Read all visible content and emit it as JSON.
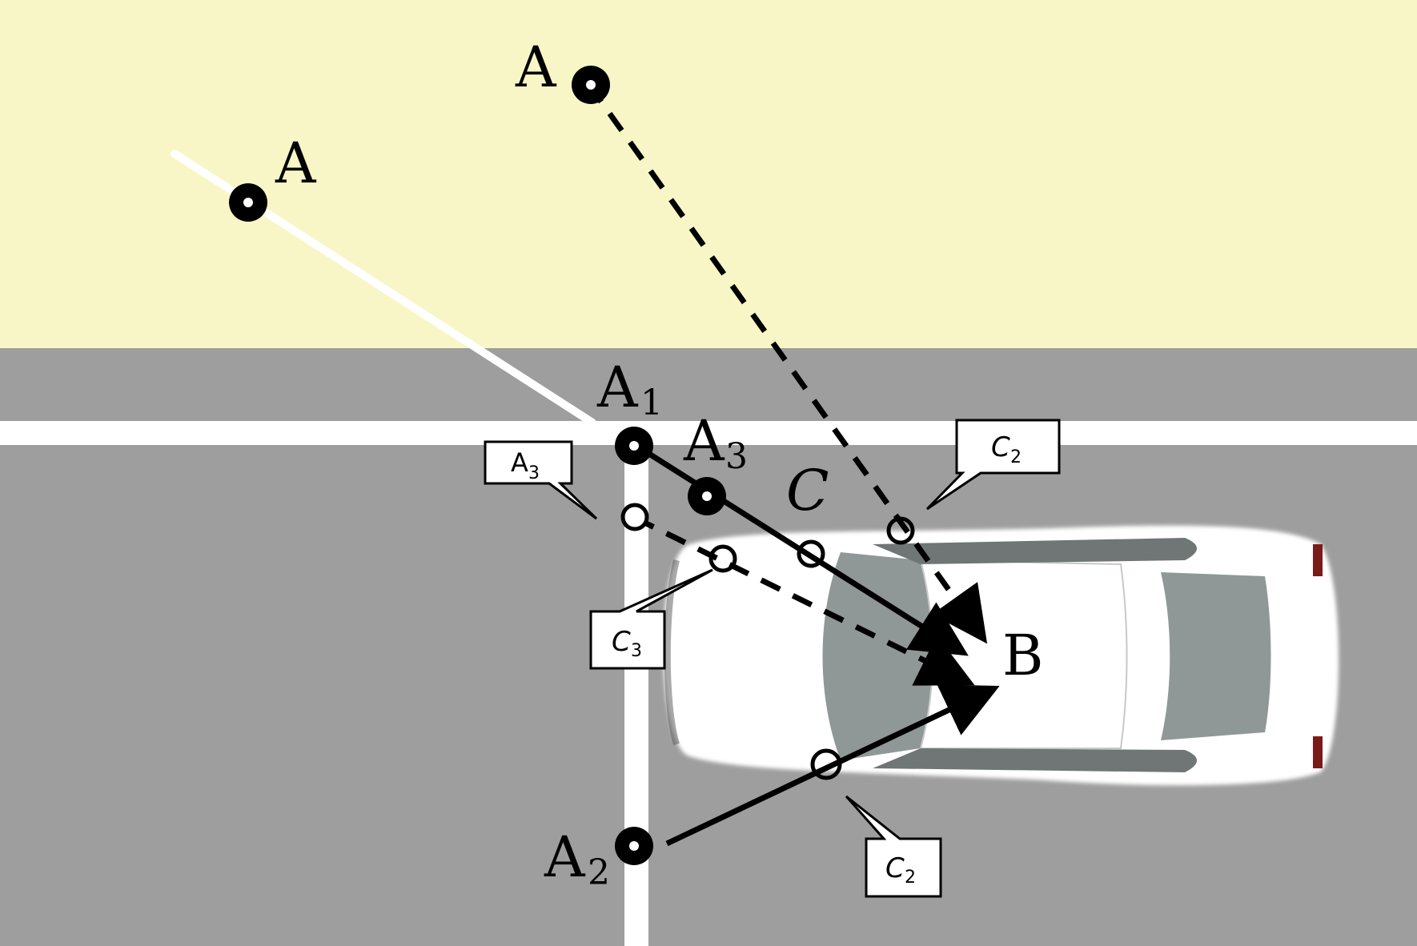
{
  "colors": {
    "sidewalk": "#f8f6c6",
    "road": "#9e9e9e",
    "road_marking": "#ffffff",
    "ink": "#000000",
    "car_body": "#ffffff",
    "car_glass": "#8f9896"
  },
  "labels": {
    "A_top": "A",
    "A_left": "A",
    "A1_main": "A",
    "A1_sub": "1",
    "A2_main": "A",
    "A2_sub": "2",
    "A3_main": "A",
    "A3_sub": "3",
    "B": "B",
    "C": "C"
  },
  "callouts": {
    "A3_box": {
      "main": "A",
      "sub": "3"
    },
    "C2_top_box": {
      "main": "C",
      "sub": "2"
    },
    "C3_box": {
      "main": "C",
      "sub": "3"
    },
    "C2_bottom_box": {
      "main": "C",
      "sub": "2"
    }
  },
  "icons": {
    "filled_point": "bullseye-point-icon",
    "open_point": "hollow-circle-icon",
    "arrow": "arrowhead-icon",
    "vehicle": "car-top-view-icon"
  }
}
